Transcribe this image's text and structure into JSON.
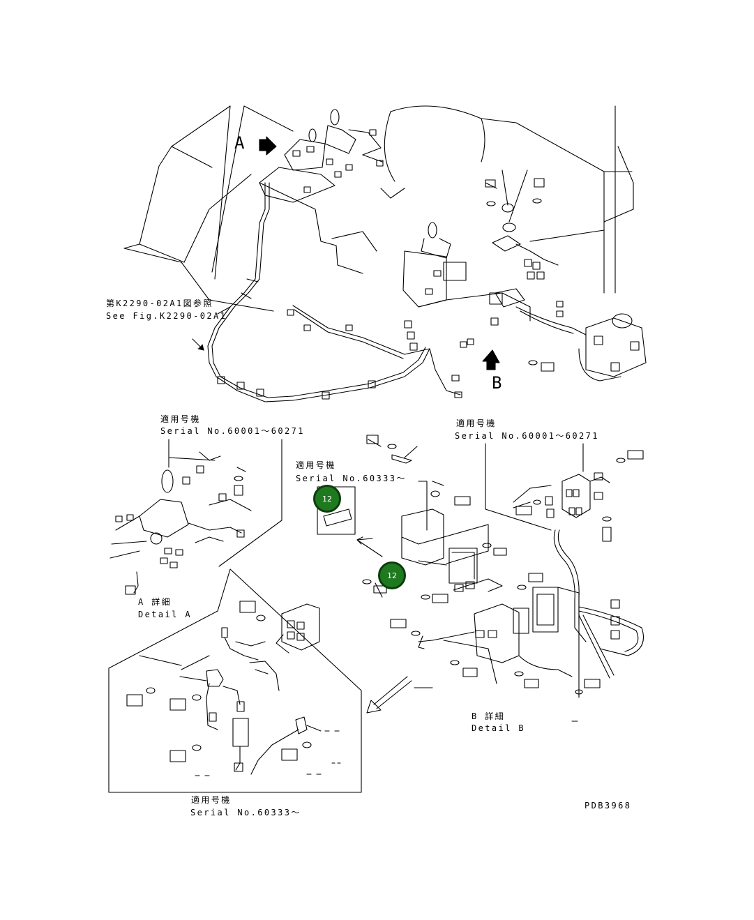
{
  "labels": {
    "view_a": "A",
    "view_b": "B",
    "ref_jp": "第K2290-02A1図参照",
    "ref_en": "See Fig.K2290-02A1",
    "applic_jp_1": "適用号機",
    "serial_1": "Serial No.60001～60271",
    "applic_jp_2": "適用号機",
    "serial_2": "Serial No.60333～",
    "applic_jp_3": "適用号機",
    "serial_3": "Serial No.60001～60271",
    "detail_a_jp": "A 詳細",
    "detail_a_en": "Detail A",
    "detail_b_jp": "B 詳細",
    "detail_b_en": "Detail B",
    "applic_jp_4": "適用号機",
    "serial_4": "Serial No.60333～",
    "drawing_no": "PDB3968"
  },
  "callouts": [
    {
      "label": "12"
    },
    {
      "label": "12"
    }
  ],
  "colors": {
    "line": "#000000",
    "callout_fill": "#1f7a1f",
    "callout_ring": "#0d3d0d"
  }
}
